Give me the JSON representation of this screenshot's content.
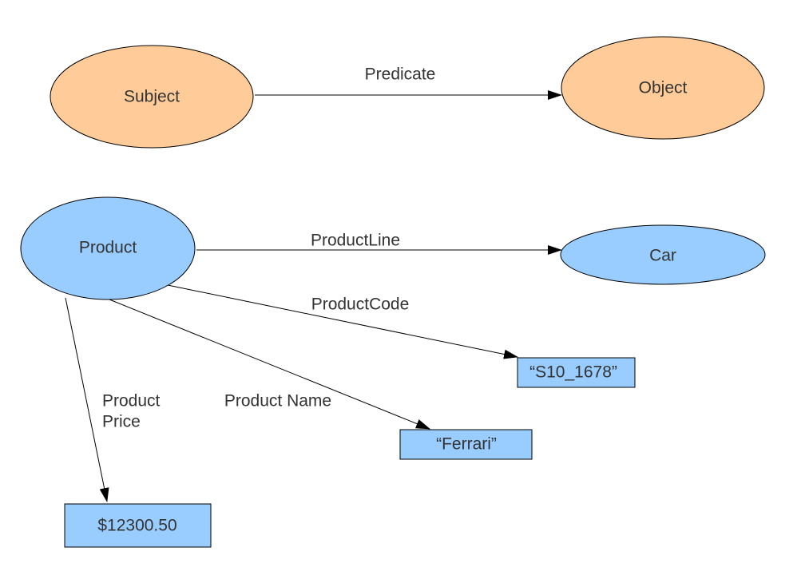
{
  "colors": {
    "template_node": "#ffcc99",
    "instance_node": "#99ccff",
    "edge": "#000000",
    "text": "#333333"
  },
  "template": {
    "subject": "Subject",
    "predicate": "Predicate",
    "object": "Object"
  },
  "instance": {
    "product": "Product",
    "car": "Car",
    "edges": {
      "product_line": "ProductLine",
      "product_code": "ProductCode",
      "product_name": "Product Name",
      "product_price_line1": "Product",
      "product_price_line2": "Price"
    },
    "literals": {
      "code": "“S10_1678”",
      "name": "“Ferrari”",
      "price": "$12300.50"
    }
  }
}
